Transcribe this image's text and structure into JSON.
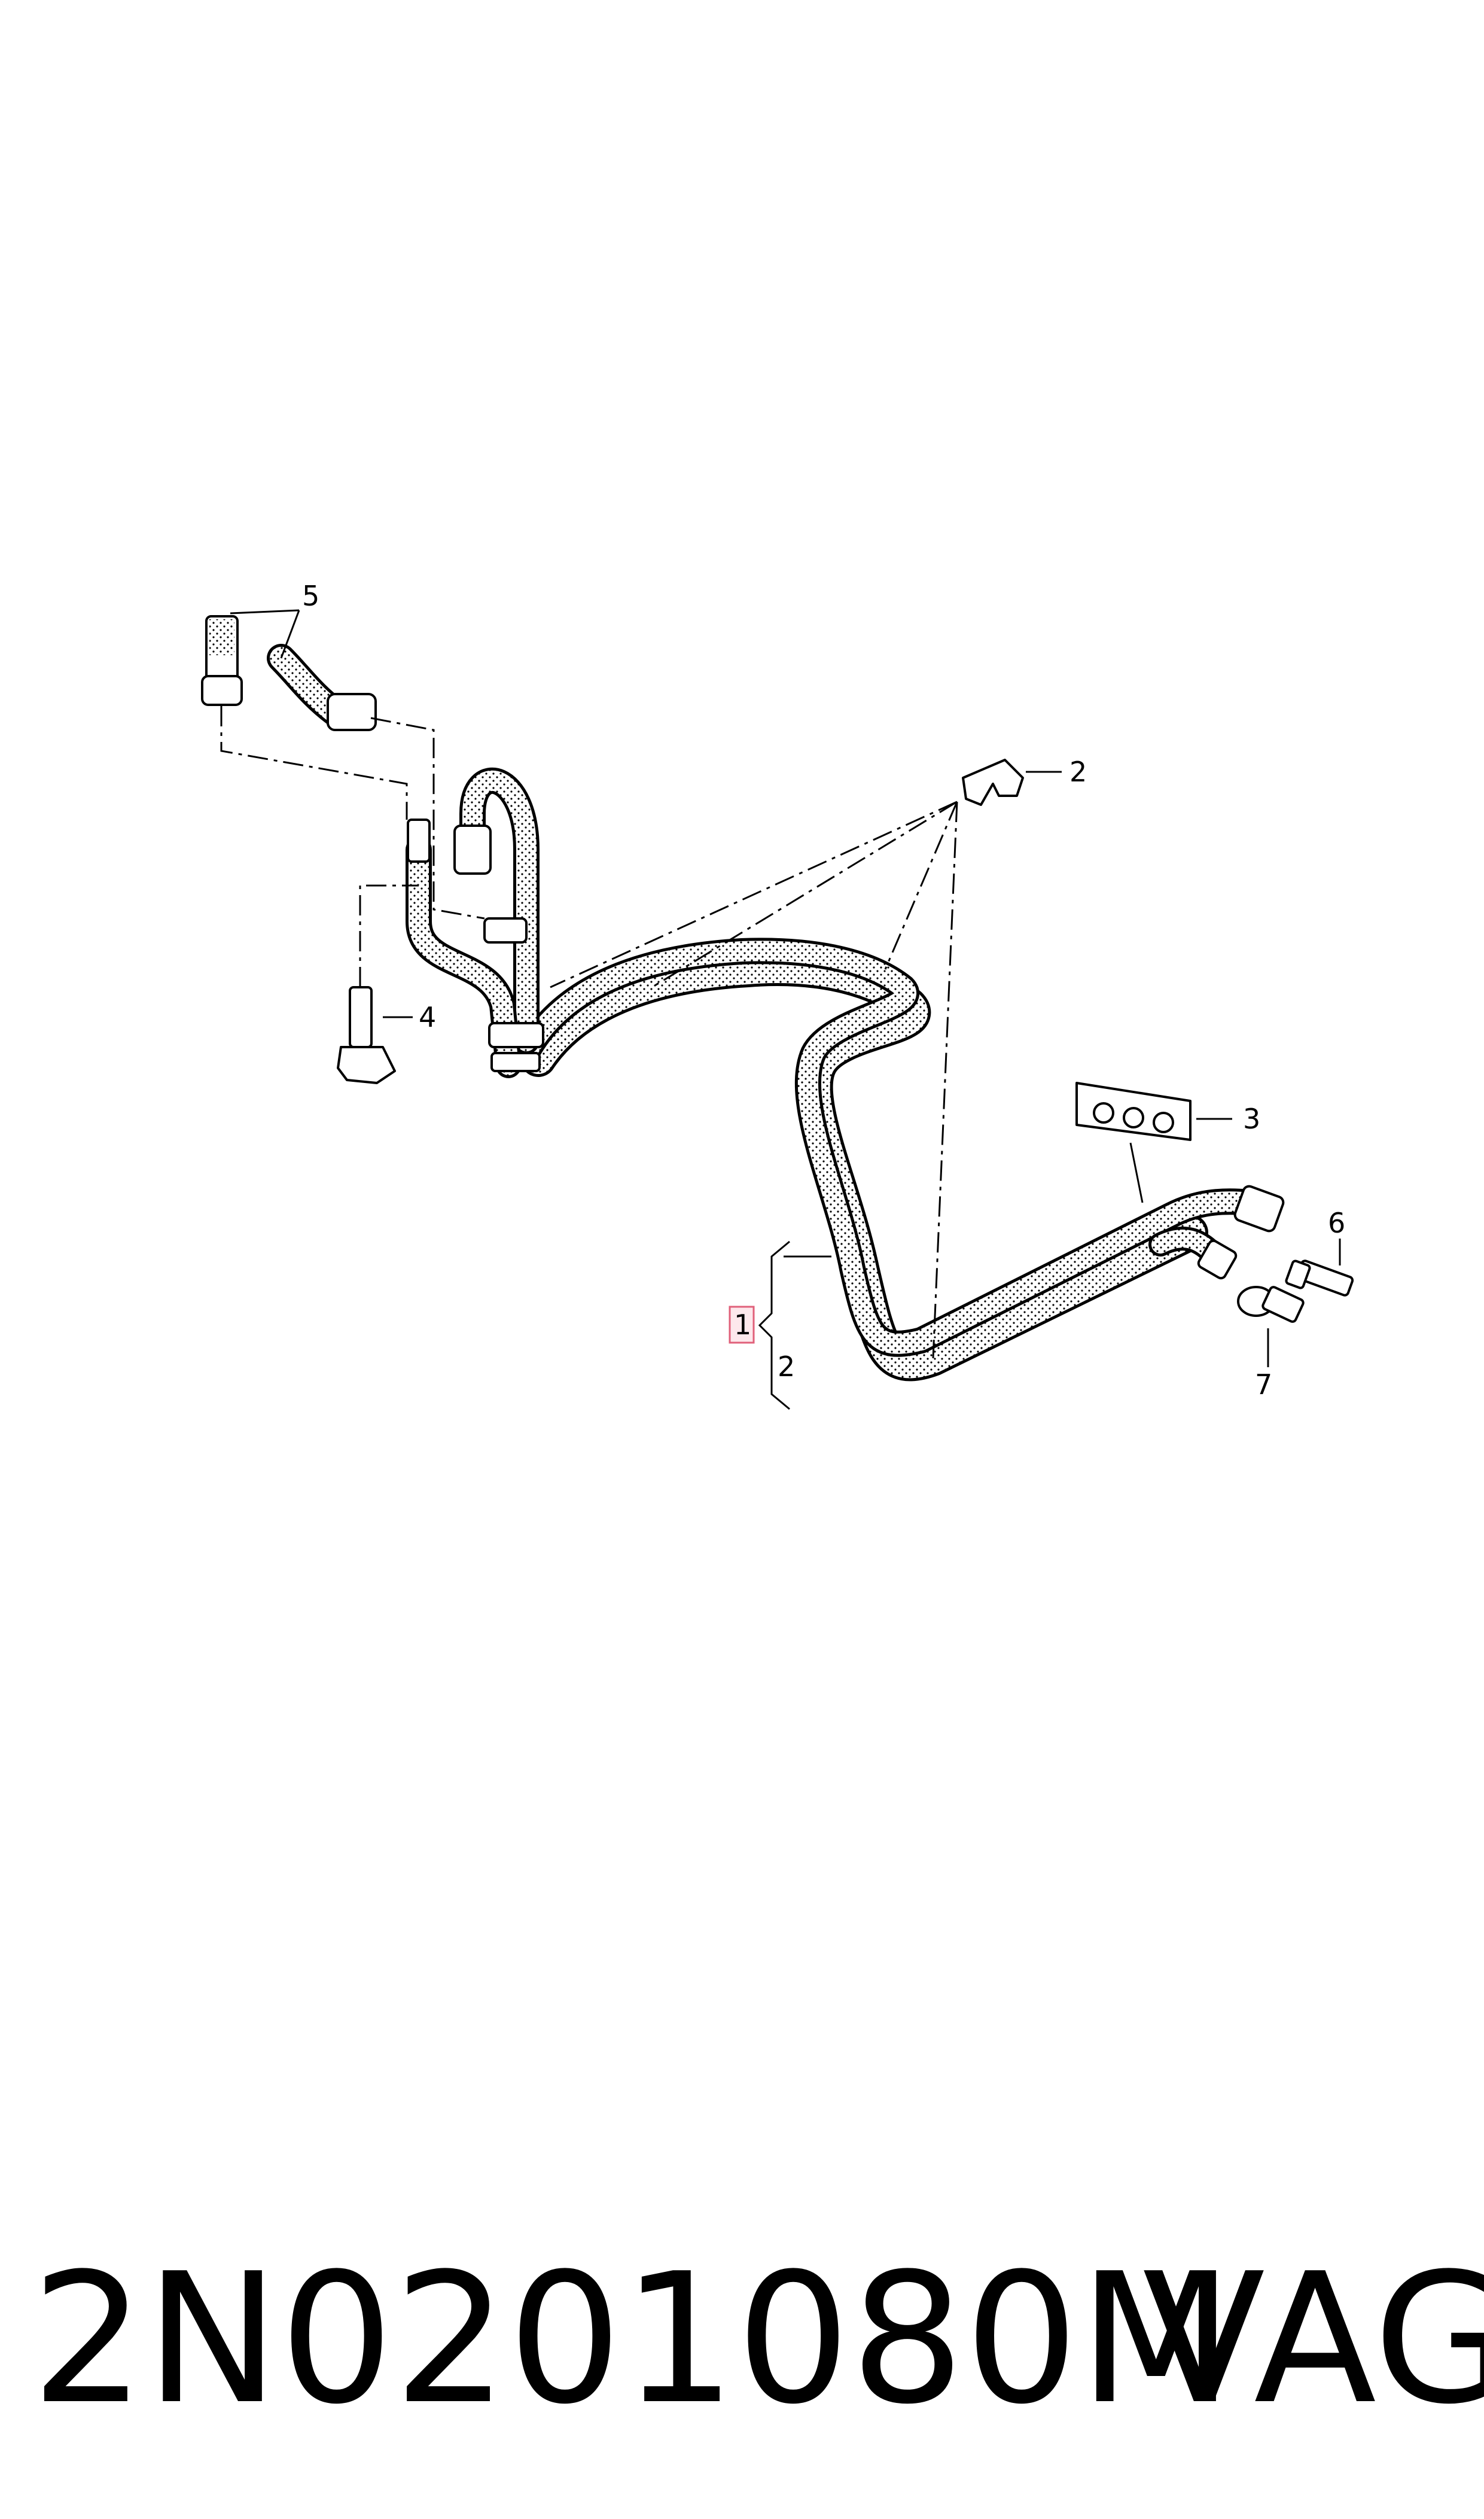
{
  "callouts": [
    {
      "id": "1",
      "text": "1"
    },
    {
      "id": "2",
      "text": "2"
    },
    {
      "id": "3",
      "text": "3"
    },
    {
      "id": "4",
      "text": "4"
    },
    {
      "id": "5",
      "text": "5"
    },
    {
      "id": "6",
      "text": "6"
    },
    {
      "id": "7",
      "text": "7"
    },
    {
      "id": "2b",
      "text": "2"
    }
  ],
  "footer": {
    "part_number": "2N0201080M",
    "brand": "VAG"
  },
  "colors": {
    "highlight_fill": "#fde8ec",
    "highlight_stroke": "#e0607a",
    "ink": "#000000"
  }
}
